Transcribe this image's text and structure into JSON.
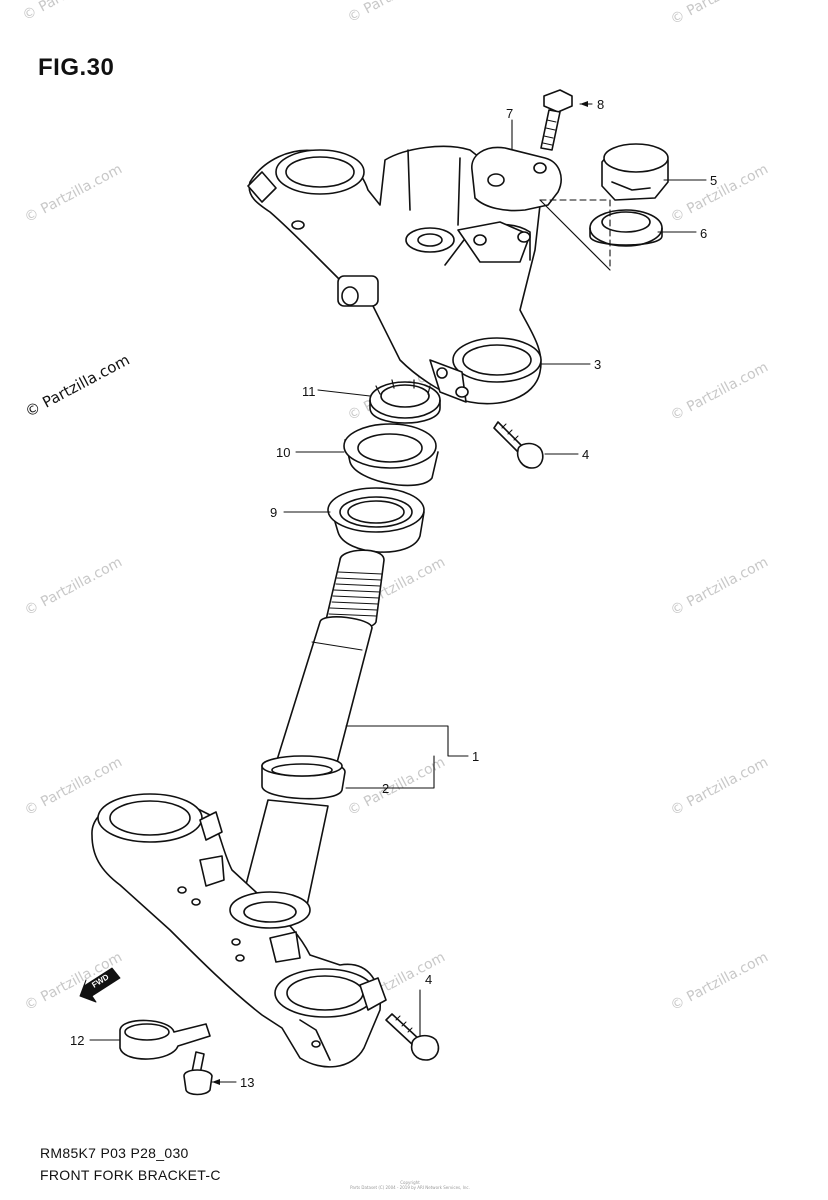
{
  "figure": {
    "title": "FIG.30",
    "model_code": "RM85K7 P03 P28_030",
    "name": "FRONT FORK BRACKET-C",
    "copyright_line1": "Copyright",
    "copyright_line2": "Parts Dataset (C) 2004 - 2019 by ARI Network Services, Inc."
  },
  "watermark": {
    "text": "© Partzilla.com",
    "prominent_text": "© Partzilla.com"
  },
  "fwd_label": "FWD",
  "callouts": [
    {
      "id": "c1",
      "label": "1"
    },
    {
      "id": "c2",
      "label": "2"
    },
    {
      "id": "c3",
      "label": "3"
    },
    {
      "id": "c4a",
      "label": "4"
    },
    {
      "id": "c4b",
      "label": "4"
    },
    {
      "id": "c5",
      "label": "5"
    },
    {
      "id": "c6",
      "label": "6"
    },
    {
      "id": "c7",
      "label": "7"
    },
    {
      "id": "c8",
      "label": "8"
    },
    {
      "id": "c9",
      "label": "9"
    },
    {
      "id": "c10",
      "label": "10"
    },
    {
      "id": "c11",
      "label": "11"
    },
    {
      "id": "c12",
      "label": "12"
    },
    {
      "id": "c13",
      "label": "13"
    }
  ]
}
